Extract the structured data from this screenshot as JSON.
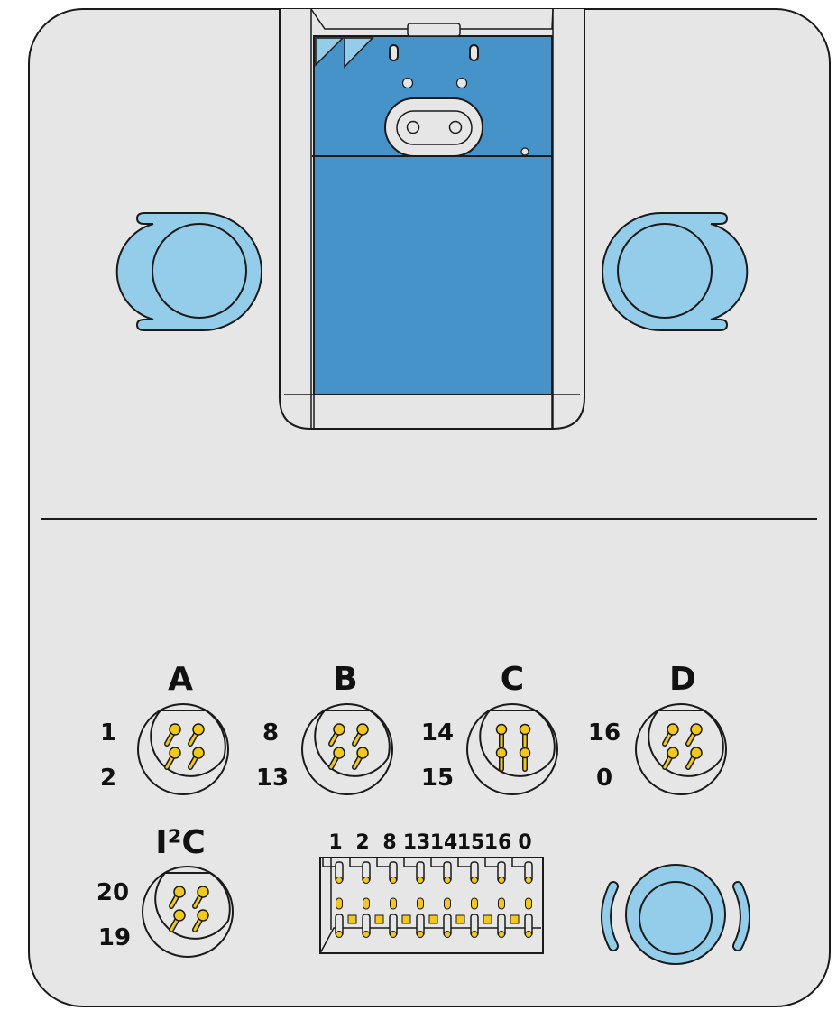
{
  "colors": {
    "body": "#e6e6e6",
    "outline": "#1a1a1a",
    "board_blue": "#4593c8",
    "light_blue": "#93cdea",
    "pin_yellow": "#f2c81e"
  },
  "ports": [
    {
      "id": "A",
      "label": "A",
      "pins": [
        "1",
        "2"
      ],
      "pin_style": "angled"
    },
    {
      "id": "B",
      "label": "B",
      "pins": [
        "8",
        "13"
      ],
      "pin_style": "angled"
    },
    {
      "id": "C",
      "label": "C",
      "pins": [
        "14",
        "15"
      ],
      "pin_style": "straight"
    },
    {
      "id": "D",
      "label": "D",
      "pins": [
        "16",
        "0"
      ],
      "pin_style": "angled"
    }
  ],
  "i2c": {
    "label": "I²C",
    "pins": [
      "20",
      "19"
    ]
  },
  "edge_connector": {
    "labels": [
      "1",
      "2",
      "8",
      "13",
      "14",
      "15",
      "16",
      "0"
    ]
  }
}
